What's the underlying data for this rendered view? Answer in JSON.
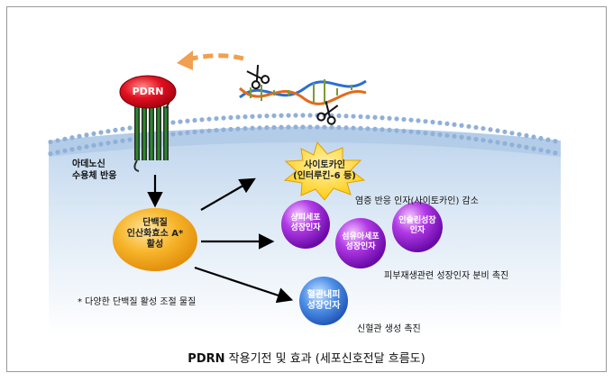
{
  "ligand": {
    "label": "PDRN"
  },
  "receptor": {
    "label_line1": "아데노신",
    "label_line2": "수용체 반응"
  },
  "enzyme": {
    "line1": "단백질",
    "line2": "인산화효소 A*",
    "line3": "활성"
  },
  "footnote": "* 다양한 단백질 활성 조절 물질",
  "cytokine": {
    "line1": "사이토카인",
    "line2": "(인터루킨-6 등)"
  },
  "cytokine_effect": "염증 반응 인자(사이토카인) 감소",
  "growth_factors": [
    {
      "line1": "상피세포",
      "line2": "성장인자"
    },
    {
      "line1": "섬유아세포",
      "line2": "성장인자"
    },
    {
      "line1": "인슐린성장",
      "line2": "인자"
    }
  ],
  "growth_effect": "피부재생관련 성장인자 분비 촉진",
  "vascular": {
    "line1": "혈관내피",
    "line2": "성장인자"
  },
  "vascular_effect": "신혈관 생성 촉진",
  "caption": {
    "bold": "PDRN",
    "rest": " 작용기전 및 효과 (세포신호전달 흐름도)"
  },
  "colors": {
    "membrane": "#c9ddf0",
    "cytoplasm": "#dce9f6",
    "ligand": "#e01020",
    "enzyme": "#f4a21a",
    "growth_factor": "#9a1fd6",
    "vascular": "#2a6fd6",
    "cytokine": "#ffd21a",
    "arrow_in": "#f0a050"
  }
}
